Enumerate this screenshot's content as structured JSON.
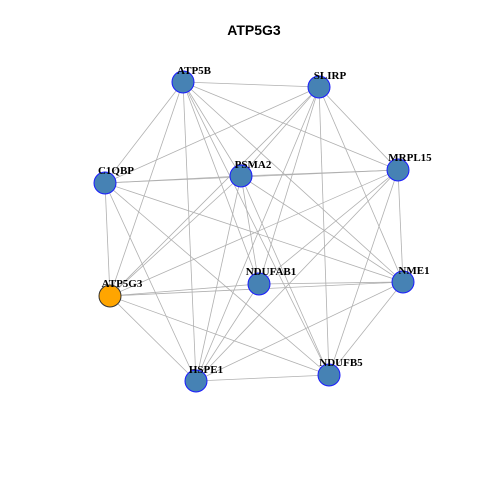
{
  "title": "ATP5G3",
  "colors": {
    "default_fill": "#4682B4",
    "default_stroke": "#1a1aff",
    "highlight_fill": "#FFA500",
    "highlight_stroke": "#333333",
    "edge": "#b0b0b0"
  },
  "nodes": [
    {
      "id": "ATP5B",
      "label": "ATP5B",
      "highlight": false
    },
    {
      "id": "SLIRP",
      "label": "SLIRP",
      "highlight": false
    },
    {
      "id": "C1QBP",
      "label": "C1QBP",
      "highlight": false
    },
    {
      "id": "PSMA2",
      "label": "PSMA2",
      "highlight": false
    },
    {
      "id": "MRPL15",
      "label": "MRPL15",
      "highlight": false
    },
    {
      "id": "NDUFAB1",
      "label": "NDUFAB1",
      "highlight": false
    },
    {
      "id": "NME1",
      "label": "NME1",
      "highlight": false
    },
    {
      "id": "ATP5G3",
      "label": "ATP5G3",
      "highlight": true
    },
    {
      "id": "NDUFB5",
      "label": "NDUFB5",
      "highlight": false
    },
    {
      "id": "HSPE1",
      "label": "HSPE1",
      "highlight": false
    }
  ],
  "edges": [
    [
      "ATP5B",
      "SLIRP"
    ],
    [
      "ATP5B",
      "C1QBP"
    ],
    [
      "ATP5B",
      "PSMA2"
    ],
    [
      "ATP5B",
      "MRPL15"
    ],
    [
      "ATP5B",
      "NDUFAB1"
    ],
    [
      "ATP5B",
      "NME1"
    ],
    [
      "ATP5B",
      "ATP5G3"
    ],
    [
      "ATP5B",
      "NDUFB5"
    ],
    [
      "ATP5B",
      "HSPE1"
    ],
    [
      "SLIRP",
      "C1QBP"
    ],
    [
      "SLIRP",
      "PSMA2"
    ],
    [
      "SLIRP",
      "MRPL15"
    ],
    [
      "SLIRP",
      "NDUFAB1"
    ],
    [
      "SLIRP",
      "NME1"
    ],
    [
      "SLIRP",
      "ATP5G3"
    ],
    [
      "SLIRP",
      "NDUFB5"
    ],
    [
      "SLIRP",
      "HSPE1"
    ],
    [
      "C1QBP",
      "PSMA2"
    ],
    [
      "C1QBP",
      "MRPL15"
    ],
    [
      "C1QBP",
      "NME1"
    ],
    [
      "C1QBP",
      "ATP5G3"
    ],
    [
      "C1QBP",
      "NDUFB5"
    ],
    [
      "C1QBP",
      "HSPE1"
    ],
    [
      "PSMA2",
      "MRPL15"
    ],
    [
      "PSMA2",
      "NDUFAB1"
    ],
    [
      "PSMA2",
      "NME1"
    ],
    [
      "PSMA2",
      "ATP5G3"
    ],
    [
      "PSMA2",
      "NDUFB5"
    ],
    [
      "PSMA2",
      "HSPE1"
    ],
    [
      "MRPL15",
      "NDUFAB1"
    ],
    [
      "MRPL15",
      "NME1"
    ],
    [
      "MRPL15",
      "ATP5G3"
    ],
    [
      "MRPL15",
      "NDUFB5"
    ],
    [
      "MRPL15",
      "HSPE1"
    ],
    [
      "NDUFAB1",
      "NME1"
    ],
    [
      "NDUFAB1",
      "ATP5G3"
    ],
    [
      "NDUFAB1",
      "HSPE1"
    ],
    [
      "NME1",
      "ATP5G3"
    ],
    [
      "NME1",
      "NDUFB5"
    ],
    [
      "NME1",
      "HSPE1"
    ],
    [
      "ATP5G3",
      "NDUFB5"
    ],
    [
      "ATP5G3",
      "HSPE1"
    ],
    [
      "NDUFB5",
      "HSPE1"
    ]
  ]
}
